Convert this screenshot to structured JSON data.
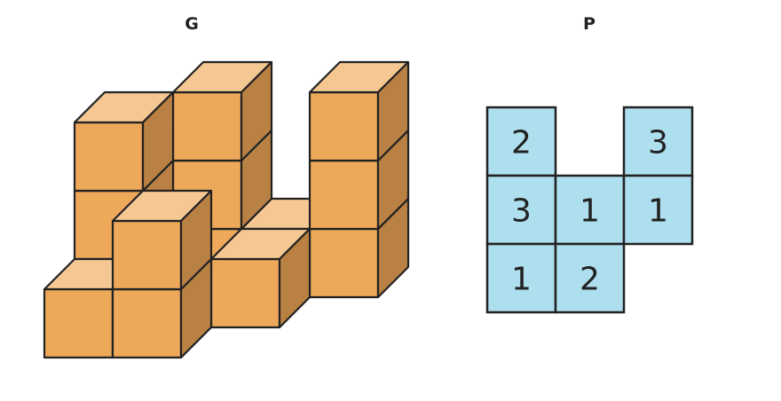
{
  "solid": {
    "label": "G",
    "colors": {
      "front": "#EDA85A",
      "top": "#F5C893",
      "side": "#B98143",
      "stroke": "#222222"
    },
    "cubes": [
      {
        "col": 0,
        "depth": 1,
        "level": 0
      },
      {
        "col": 0,
        "depth": 1,
        "level": 1
      },
      {
        "col": 0,
        "depth": 1,
        "level": 2
      },
      {
        "col": 1,
        "depth": 2,
        "level": 0
      },
      {
        "col": 1,
        "depth": 2,
        "level": 1
      },
      {
        "col": 1,
        "depth": 2,
        "level": 2
      },
      {
        "col": 2,
        "depth": 2,
        "level": 0
      },
      {
        "col": 3,
        "depth": 2,
        "level": 0
      },
      {
        "col": 3,
        "depth": 2,
        "level": 1
      },
      {
        "col": 3,
        "depth": 2,
        "level": 2
      },
      {
        "col": 0,
        "depth": 0,
        "level": 0
      },
      {
        "col": 1,
        "depth": 0,
        "level": 0
      },
      {
        "col": 1,
        "depth": 0,
        "level": 1
      },
      {
        "col": 2,
        "depth": 1,
        "level": 0
      }
    ]
  },
  "plan": {
    "label": "P",
    "fill": "#AEDFEE",
    "stroke": "#222222",
    "rows": [
      [
        "2",
        "",
        "3"
      ],
      [
        "3",
        "1",
        "1"
      ],
      [
        "1",
        "2",
        ""
      ]
    ]
  }
}
